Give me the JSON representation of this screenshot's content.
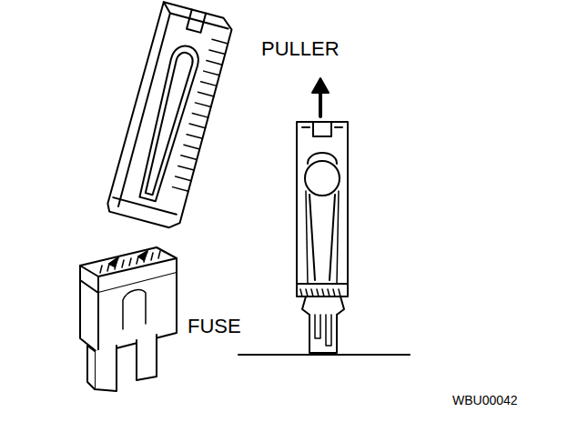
{
  "diagram": {
    "labels": [
      "PULLER",
      "FUSE",
      "WBU00042"
    ]
  }
}
